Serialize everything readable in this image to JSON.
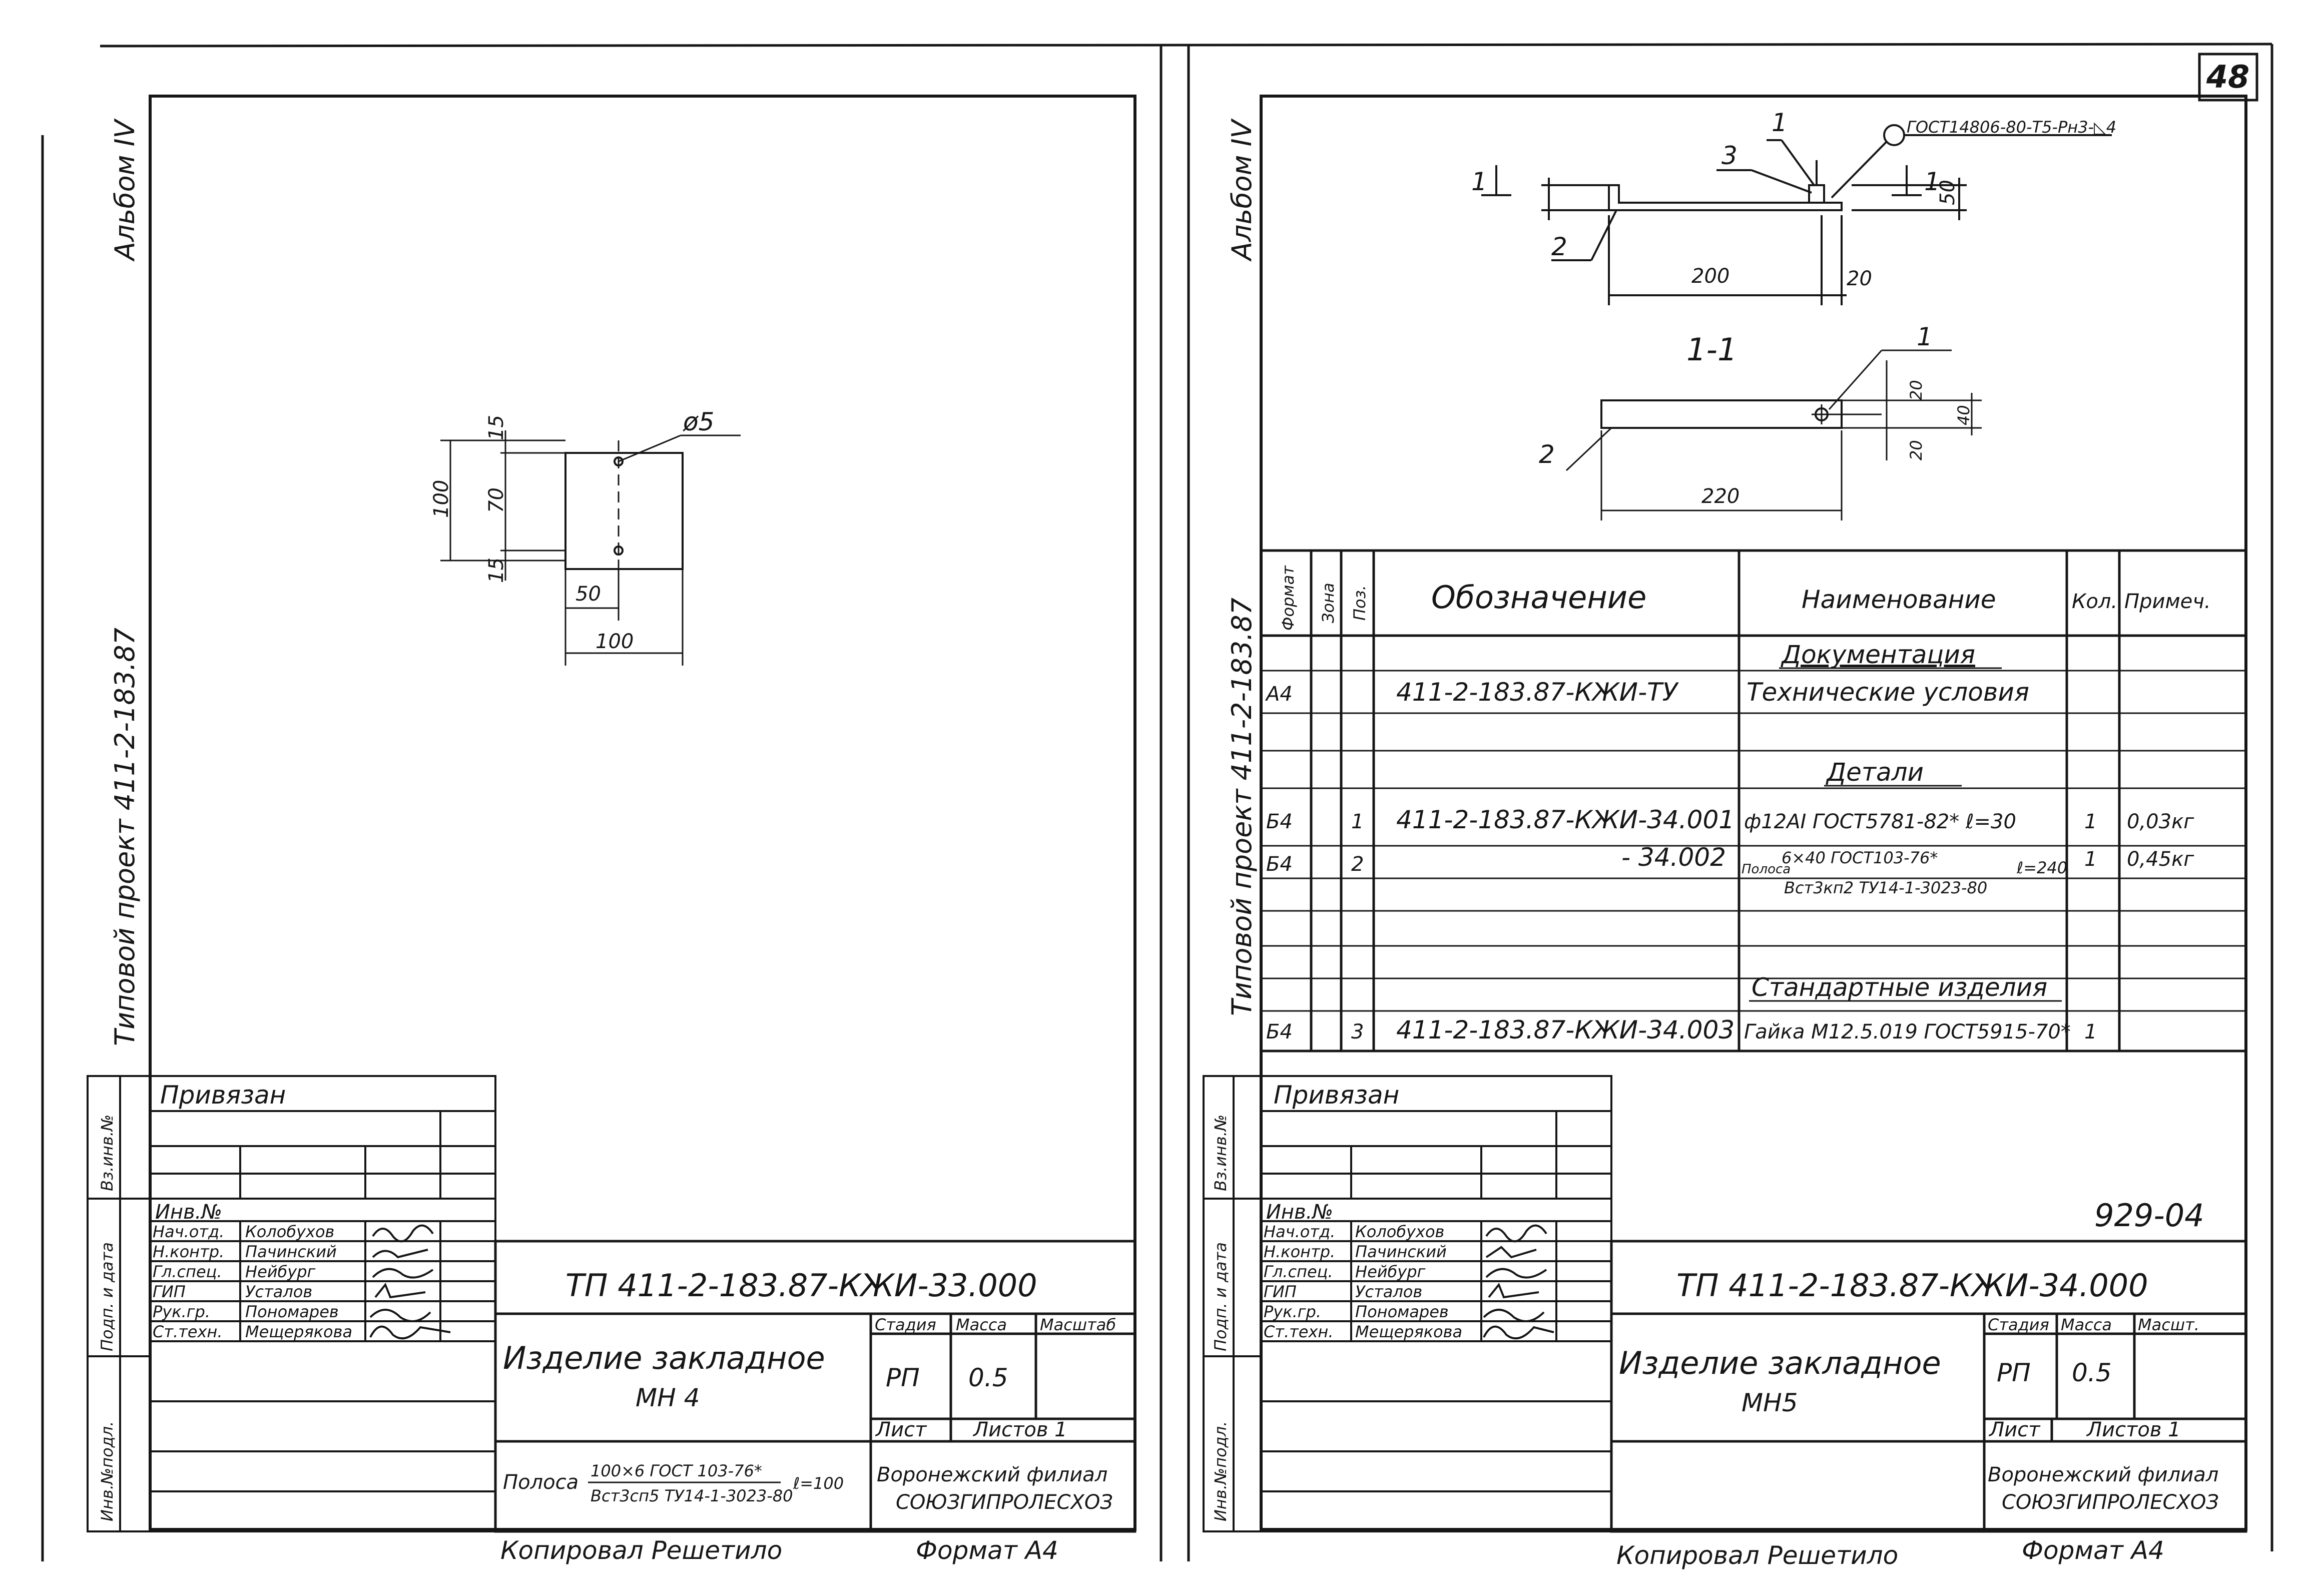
{
  "page_number": "48",
  "left_sheet": {
    "album_label": "Альбом IV",
    "project_label": "Типовой проект 411-2-183.87",
    "drawing": {
      "dim_height": "100",
      "dim_inner": "70",
      "dim_top": "15",
      "dim_bottom": "15",
      "dim_offset": "50",
      "dim_width": "100",
      "hole": "ø5"
    },
    "stamp": {
      "privyazan": "Привязан",
      "inv_no": "Инв.№",
      "side_labels": [
        "Инв.№подл.",
        "Подп. и дата",
        "Вз.инв.№"
      ],
      "staff": [
        {
          "role": "Нач.отд.",
          "name": "Колобухов"
        },
        {
          "role": "Н.контр.",
          "name": "Пачинский"
        },
        {
          "role": "Гл.спец.",
          "name": "Нейбург"
        },
        {
          "role": "ГИП",
          "name": "Усталов"
        },
        {
          "role": "Рук.гр.",
          "name": "Пономарев"
        },
        {
          "role": "Ст.техн.",
          "name": "Мещерякова"
        }
      ],
      "code": "ТП 411-2-183.87-КЖИ-33.000",
      "title_line1": "Изделие закладное",
      "title_line2": "МН 4",
      "stage_header": "Стадия",
      "mass_header": "Масса",
      "scale_header": "Масштаб",
      "stage": "РП",
      "mass": "0.5",
      "sheet_label": "Лист",
      "sheets_label": "Листов 1",
      "material_prefix": "Полоса",
      "material_top": "100×6 ГОСТ 103-76*",
      "material_bottom": "Вст3сп5 ТУ14-1-3023-80",
      "material_len": "ℓ=100",
      "org1": "Воронежский филиал",
      "org2": "СОЮЗГИПРОЛЕСХОЗ"
    },
    "copied_by": "Копировал Решетило",
    "format": "Формат А4"
  },
  "right_sheet": {
    "album_label": "Альбом IV",
    "project_label": "Типовой проект 411-2-183.87",
    "drawing": {
      "weld_note": "ГОСТ14806-80-Т5-Рн3-◺4",
      "pos1": "1",
      "pos2": "2",
      "pos3": "3",
      "section_mark": "1",
      "dim_200": "200",
      "dim_20": "20",
      "dim_50": "50",
      "section_title": "1-1",
      "dim_220": "220",
      "dim_s20a": "20",
      "dim_s20b": "20",
      "dim_s40": "40"
    },
    "spec": {
      "headers": [
        "Формат",
        "Зона",
        "Поз.",
        "Обозначение",
        "Наименование",
        "Кол.",
        "Примеч."
      ],
      "section_docs": "Документация",
      "section_details": "Детали",
      "section_std": "Стандартные изделия",
      "rows": [
        {
          "format": "А4",
          "zone": "",
          "pos": "",
          "designation": "411-2-183.87-КЖИ-ТУ",
          "name": "Технические условия",
          "qty": "",
          "note": ""
        },
        {
          "format": "Б4",
          "zone": "",
          "pos": "1",
          "designation": "411-2-183.87-КЖИ-34.001",
          "name": "ф12АI ГОСТ5781-82* ℓ=30",
          "qty": "1",
          "note": "0,03кг"
        },
        {
          "format": "Б4",
          "zone": "",
          "pos": "2",
          "designation": "- 34.002",
          "name": "",
          "qty": "1",
          "note": "0,45кг"
        },
        {
          "format": "Б4",
          "zone": "",
          "pos": "3",
          "designation": "411-2-183.87-КЖИ-34.003",
          "name": "Гайка М12.5.019 ГОСТ5915-70*",
          "qty": "1",
          "note": ""
        }
      ],
      "row2_prefix": "Полоса",
      "row2_top": "6×40 ГОСТ103-76*",
      "row2_len": "ℓ=240",
      "row2_bottom": "Вст3кп2 ТУ14-1-3023-80"
    },
    "stamp": {
      "privyazan": "Привязан",
      "inv_no": "Инв.№",
      "side_labels": [
        "Инв.№подл.",
        "Подп. и дата",
        "Вз.инв.№"
      ],
      "staff": [
        {
          "role": "Нач.отд.",
          "name": "Колобухов"
        },
        {
          "role": "Н.контр.",
          "name": "Пачинский"
        },
        {
          "role": "Гл.спец.",
          "name": "Нейбург"
        },
        {
          "role": "ГИП",
          "name": "Усталов"
        },
        {
          "role": "Рук.гр.",
          "name": "Пономарев"
        },
        {
          "role": "Ст.техн.",
          "name": "Мещерякова"
        }
      ],
      "archive_no": "929-04",
      "code": "ТП 411-2-183.87-КЖИ-34.000",
      "title_line1": "Изделие закладное",
      "title_line2": "МН5",
      "stage_header": "Стадия",
      "mass_header": "Масса",
      "scale_header": "Масшт.",
      "stage": "РП",
      "mass": "0.5",
      "sheet_label": "Лист",
      "sheets_label": "Листов 1",
      "org1": "Воронежский филиал",
      "org2": "СОЮЗГИПРОЛЕСХОЗ"
    },
    "copied_by": "Копировал Решетило",
    "format": "Формат А4"
  }
}
